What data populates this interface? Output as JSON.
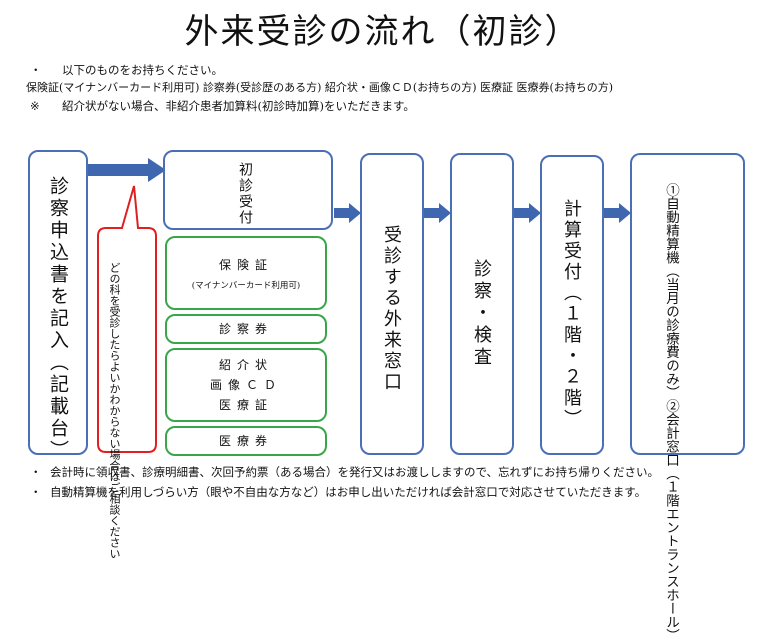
{
  "title": "外来受診の流れ（初診）",
  "header_notes": {
    "bullet": "・",
    "bring_intro": "以下のものをお持ちください。",
    "bring_items": "保険証(マイナンバーカード利用可) 診察券(受診歴のある方) 紹介状・画像ＣＤ(お持ちの方) 医療証 医療券(お持ちの方)",
    "ref_mark": "※",
    "referral_note": "紹介状がない場合、非紹介患者加算料(初診時加算)をいただきます。"
  },
  "steps": {
    "fill_form": "診察申込書を記入（記載台）",
    "first_visit": "初診受付",
    "outpatient_window": "受診する外来窓口",
    "exam": "診察・検査",
    "payment": "計算受付（１階・２階）",
    "pay_1": "①自動精算機（当月の診療費のみ）",
    "pay_2": "②会計窓口（１階エントランスホール）"
  },
  "callout": {
    "line1": "どの科を受診したらよいかわか",
    "line2": "らない場合はご相談ください"
  },
  "documents": {
    "insurance": "保険証",
    "insurance_sub": "(マイナンバーカード利用可)",
    "patient_card": "診察券",
    "referral": "紹介状",
    "image_cd": "画像ＣＤ",
    "medical_cert": "医療証",
    "medical_ticket": "医療券"
  },
  "footer_notes": {
    "receipt": "会計時に領収書、診療明細書、次回予約票（ある場合）を発行又はお渡ししますので、忘れずにお持ち帰りください。",
    "assist": "自動精算機を利用しづらい方（眼や不自由な方など）はお申し出いただければ会計窓口で対応させていただきます。"
  },
  "colors": {
    "blue_border": "#4a6fb5",
    "arrow_blue": "#3f67b0",
    "green_border": "#3aa64a",
    "red_border": "#e02020"
  }
}
